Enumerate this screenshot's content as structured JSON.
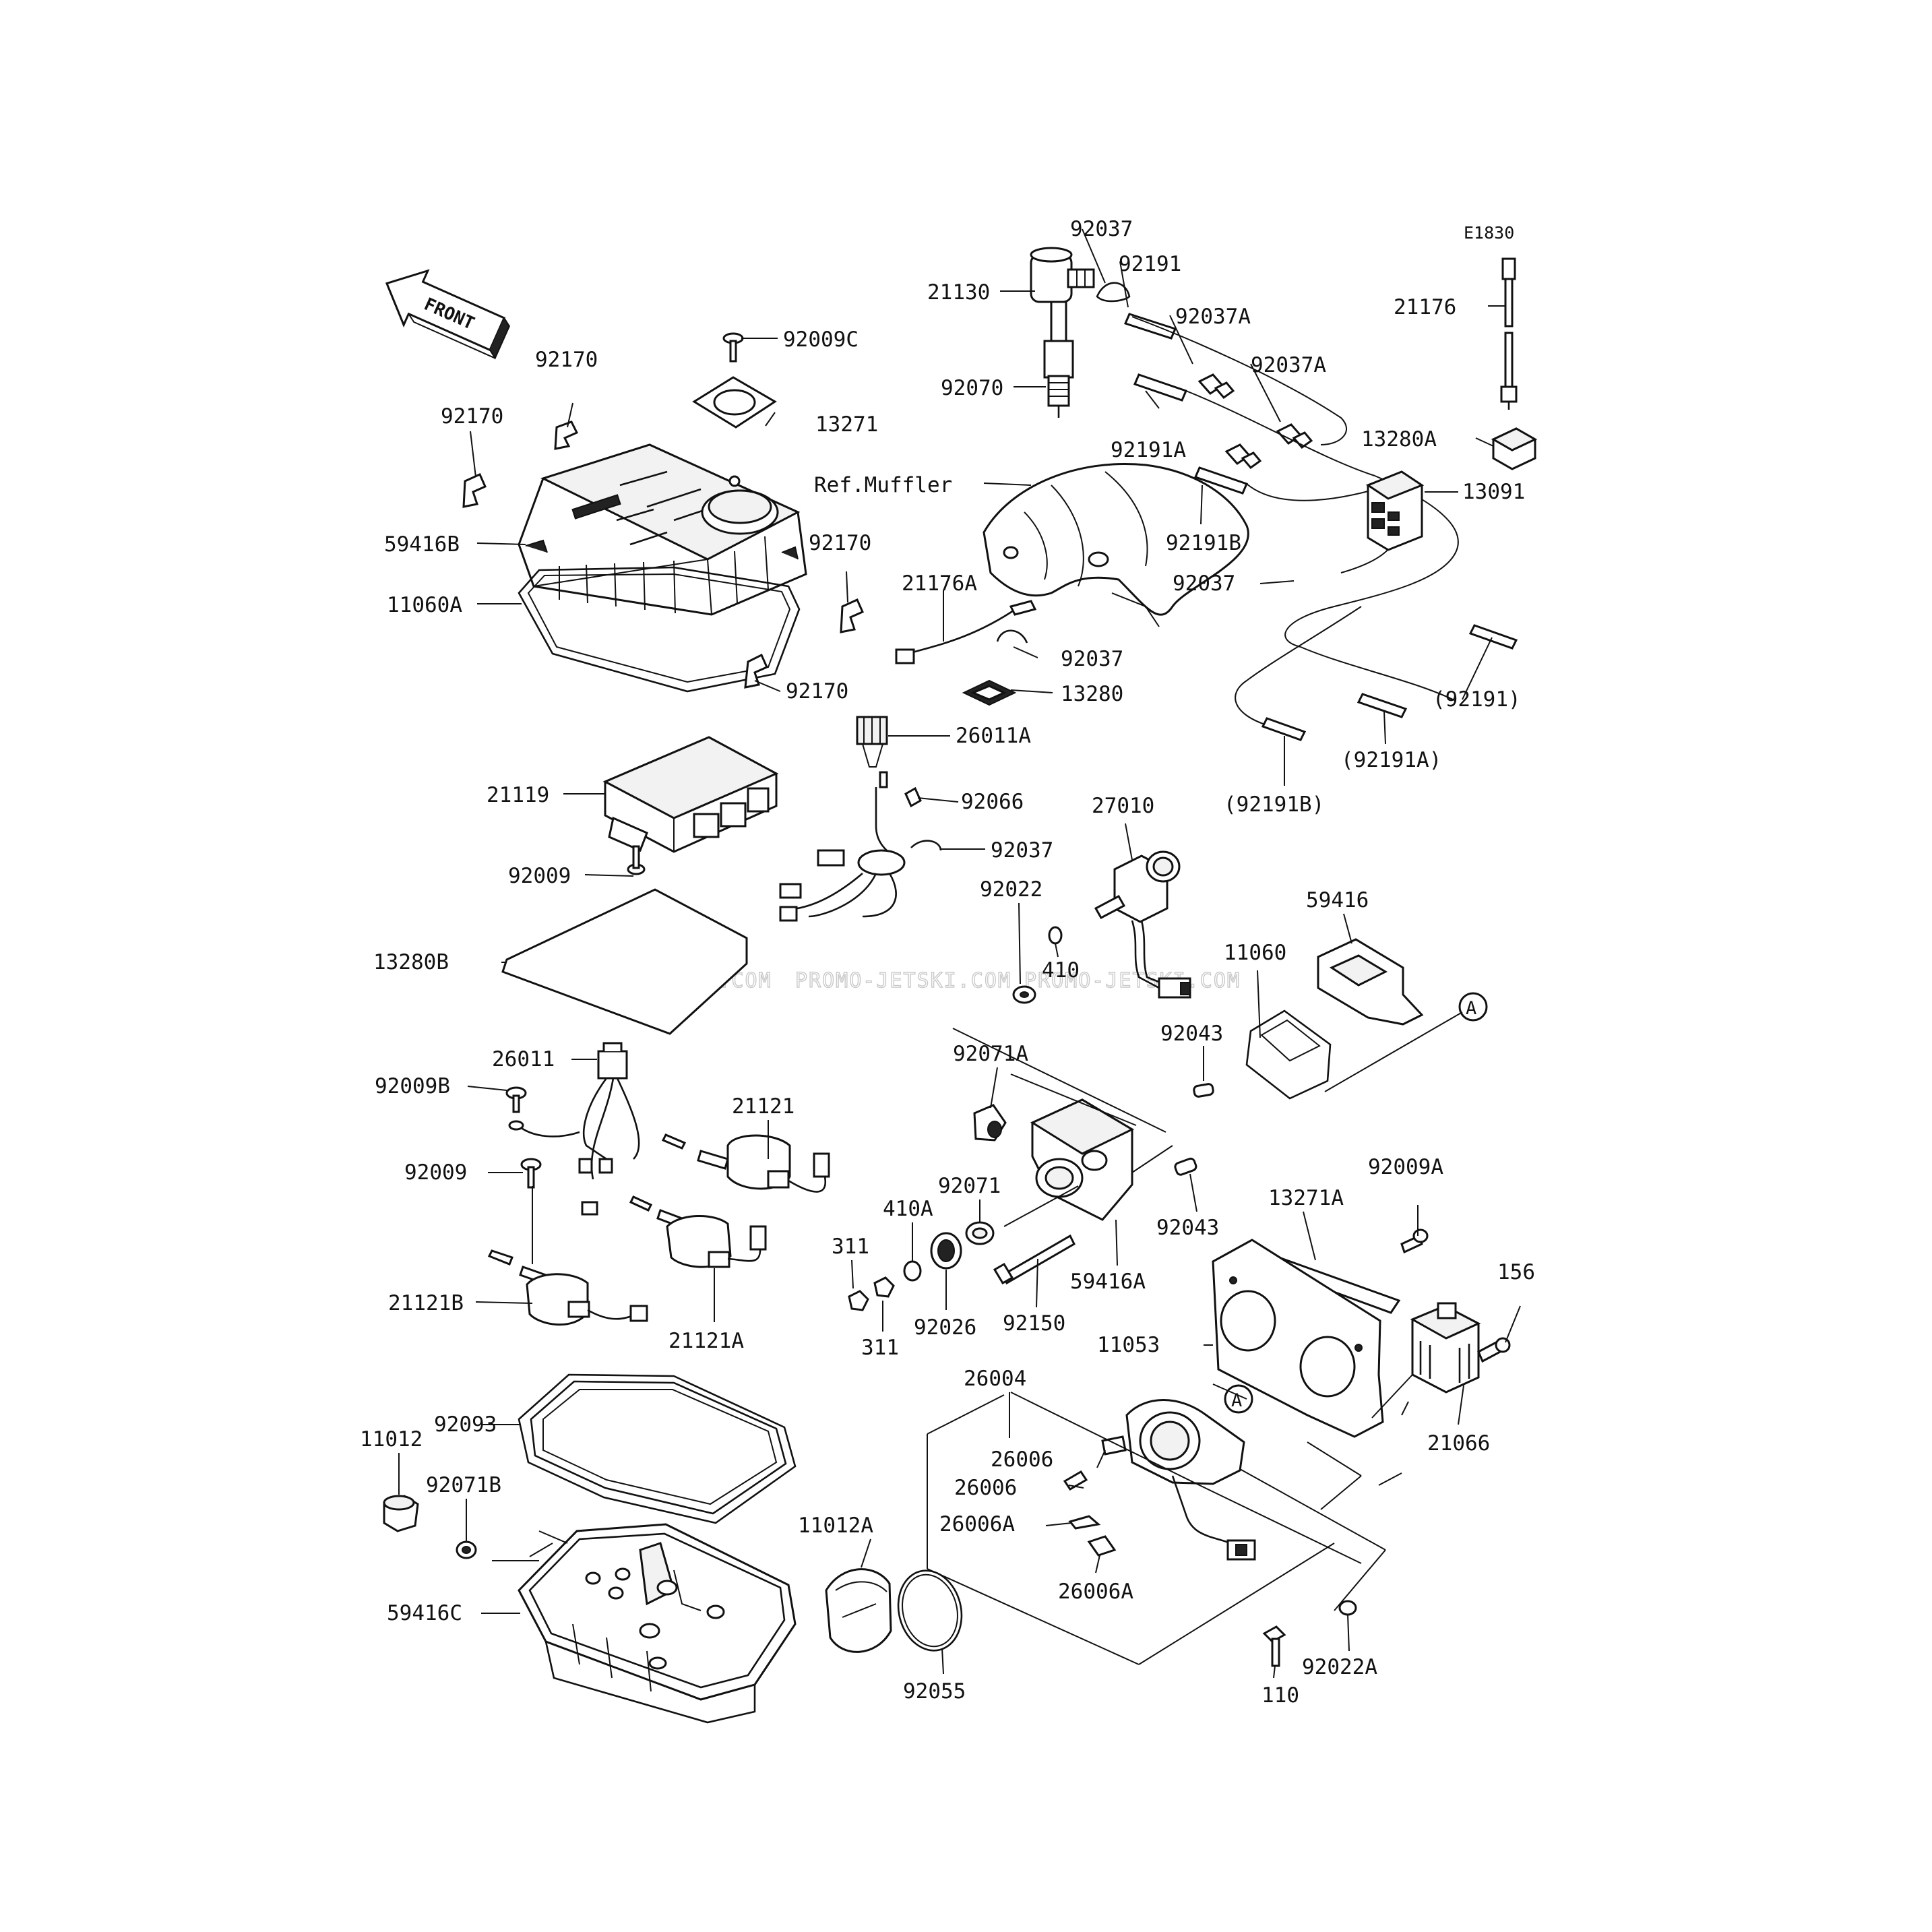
{
  "diagram_code": "E1830",
  "front_label": "FRONT",
  "ref_label": "Ref.Muffler",
  "watermarks": [
    "JETSKI.COM",
    "PROMO-JETSKI.COM",
    "PROMO-JETSKI.COM"
  ],
  "part_labels": [
    "92037",
    "92191",
    "21130",
    "92037A",
    "92037A",
    "92070",
    "92191A",
    "92191B",
    "13091",
    "92037",
    "21176",
    "13280A",
    "92009C",
    "13271",
    "92170",
    "92170",
    "59416B",
    "11060A",
    "92170",
    "92170",
    "21176A",
    "92037",
    "13280",
    "26011A",
    "(92191)",
    "(92191A)",
    "(92191B)",
    "21119",
    "92009",
    "92066",
    "92037",
    "27010",
    "92022",
    "410",
    "59416",
    "11060",
    "92043",
    "13280B",
    "26011",
    "92009B",
    "92071A",
    "21121",
    "92009",
    "92071",
    "410A",
    "311",
    "311",
    "92026",
    "92150",
    "59416A",
    "92043",
    "13271A",
    "92009A",
    "156",
    "11053",
    "21121B",
    "21121A",
    "26004",
    "26006",
    "26006",
    "26006A",
    "26006A",
    "21066",
    "92093",
    "11012",
    "92071B",
    "59416C",
    "11012A",
    "92055",
    "110",
    "92022A"
  ],
  "callout_letters": [
    "A",
    "A"
  ]
}
